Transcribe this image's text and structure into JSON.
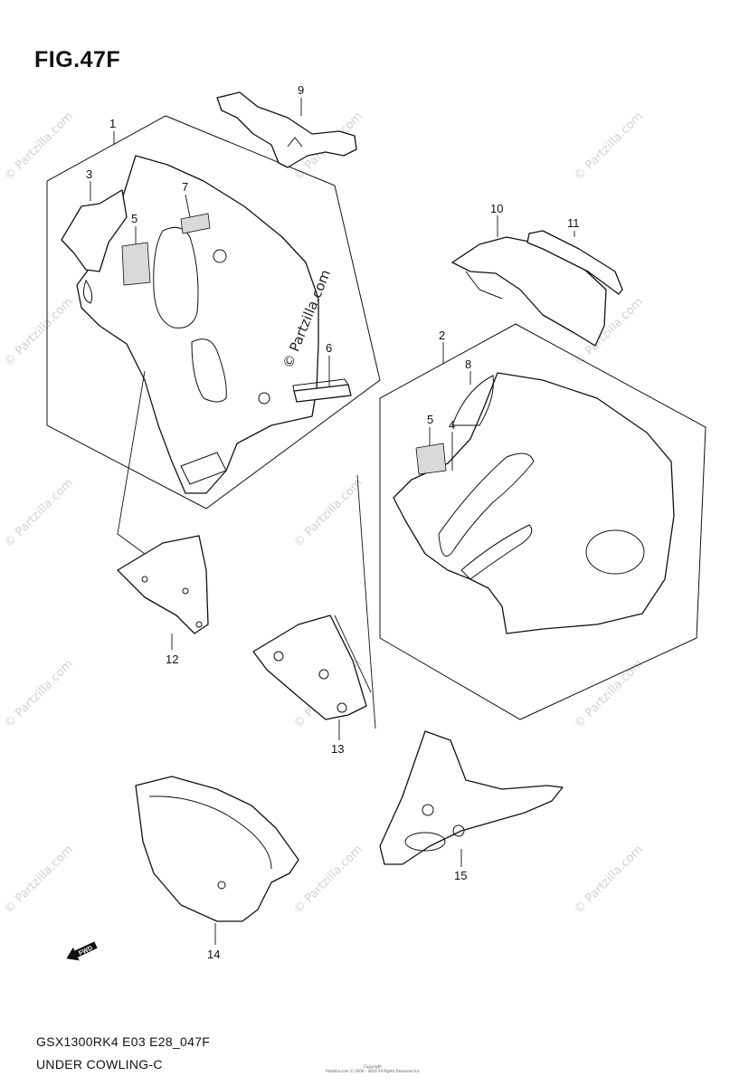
{
  "figure": {
    "title": "FIG.47F",
    "model_code": "GSX1300RK4 E03 E28_047F",
    "section_title": "UNDER COWLING-C",
    "copyright_lines": [
      "Copyright",
      "Partzilla.com © 2004 - 2016 All Rights Reserved Inc"
    ]
  },
  "watermark": {
    "text": "© Partzilla.com"
  },
  "fwd_label": "FWD",
  "callouts": {
    "c1": "1",
    "c2": "2",
    "c3": "3",
    "c4": "4",
    "c5a": "5",
    "c5b": "5",
    "c6": "6",
    "c7": "7",
    "c8": "8",
    "c9": "9",
    "c10": "10",
    "c11": "11",
    "c12": "12",
    "c13": "13",
    "c14": "14",
    "c15": "15"
  }
}
